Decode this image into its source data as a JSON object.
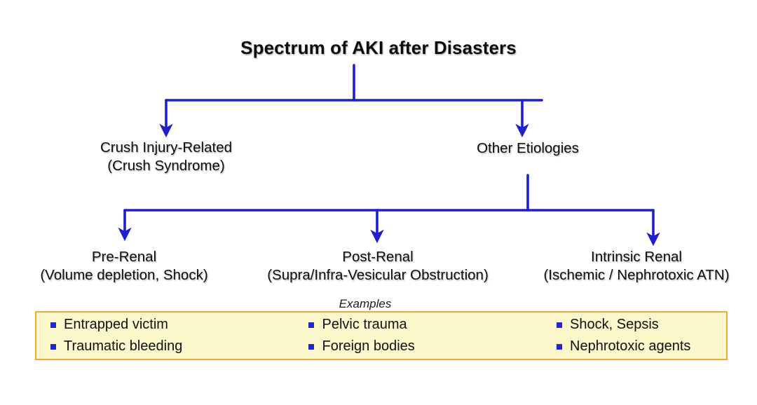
{
  "diagram": {
    "title": "Spectrum of AKI after Disasters",
    "accent_line_color": "#1F1FCC",
    "box_border_color": "#EFA93E",
    "box_fill_color": "#FCF6CB",
    "bullet_color": "#2028CC",
    "text_color": "#0d0d0d"
  },
  "level2": {
    "crush": {
      "line1": "Crush Injury-Related",
      "line2": "(Crush Syndrome)"
    },
    "other": {
      "line1": "Other Etiologies",
      "line2": ""
    }
  },
  "level3": {
    "pre_renal": {
      "line1": "Pre-Renal",
      "line2": "(Volume depletion, Shock)"
    },
    "post_renal": {
      "line1": "Post-Renal",
      "line2": "(Supra/Infra-Vesicular Obstruction)"
    },
    "intrinsic_renal": {
      "line1": "Intrinsic Renal",
      "line2": "(Ischemic / Nephrotoxic ATN)"
    }
  },
  "examples": {
    "label": "Examples",
    "columns": [
      {
        "items": [
          "Entrapped victim",
          "Traumatic bleeding"
        ]
      },
      {
        "items": [
          "Pelvic trauma",
          "Foreign bodies"
        ]
      },
      {
        "items": [
          "Shock, Sepsis",
          "Nephrotoxic agents"
        ]
      }
    ]
  }
}
